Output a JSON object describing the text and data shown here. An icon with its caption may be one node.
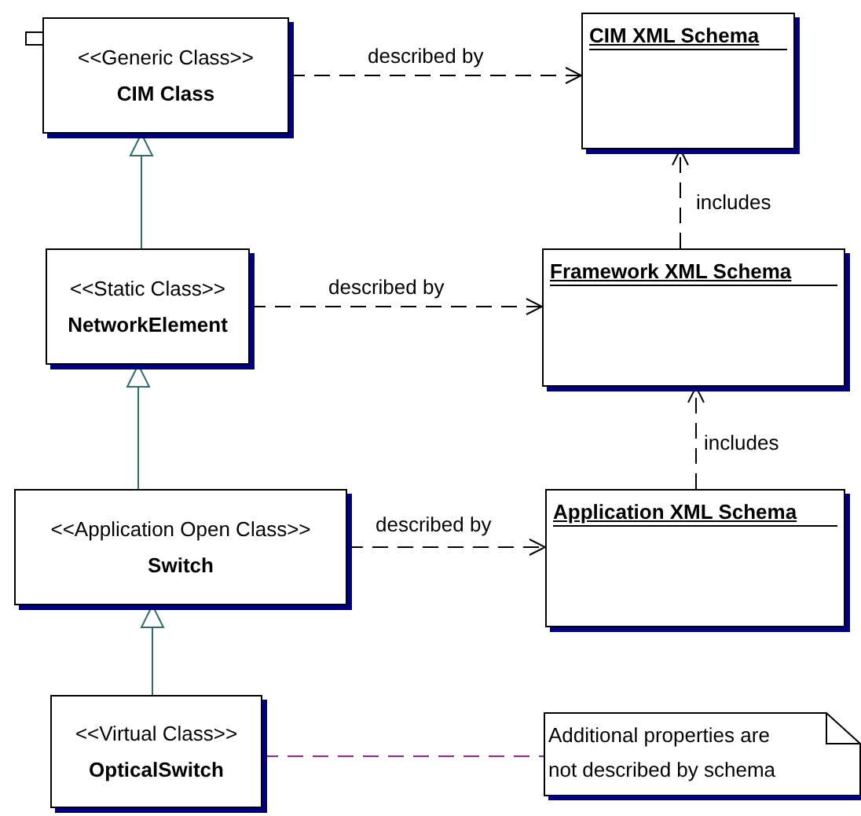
{
  "diagram": {
    "nodes": [
      {
        "text": [
          "<<Generic Class>>",
          "CIM Class"
        ]
      },
      {
        "text": [
          "CIM XML Schema"
        ]
      },
      {
        "text": [
          "<<Static Class>>",
          "NetworkElement"
        ]
      },
      {
        "text": [
          "Framework XML Schema"
        ]
      },
      {
        "text": [
          "<<Application Open Class>>",
          "Switch"
        ]
      },
      {
        "text": [
          "Application XML Schema"
        ]
      },
      {
        "text": [
          "<<Virtual Class>>",
          "OpticalSwitch"
        ]
      },
      {
        "text": [
          "Additional properties are not described by schema"
        ]
      }
    ],
    "edges": [
      {
        "from": 0,
        "to": 1,
        "arrow": "to",
        "label": "described by",
        "style": "dashed"
      },
      {
        "from": 3,
        "to": 1,
        "arrow": "to",
        "label": "includes",
        "style": "dashed"
      },
      {
        "from": 2,
        "to": 0,
        "arrow": "to",
        "color": "#2f6f6f"
      },
      {
        "from": 2,
        "to": 3,
        "arrow": "to",
        "label": "described by",
        "style": "dashed"
      },
      {
        "from": 5,
        "to": 3,
        "arrow": "to",
        "label": "includes",
        "style": "dashed"
      },
      {
        "from": 4,
        "to": 2,
        "arrow": "to",
        "color": "#2f6f6f"
      },
      {
        "from": 4,
        "to": 5,
        "arrow": "to",
        "label": "described by",
        "style": "dashed"
      },
      {
        "from": 6,
        "to": 4,
        "arrow": "to",
        "color": "#2f6f6f"
      },
      {
        "from": 6,
        "to": 7,
        "arrow": "none",
        "style": "dashed",
        "color": "#a020a0"
      }
    ]
  }
}
